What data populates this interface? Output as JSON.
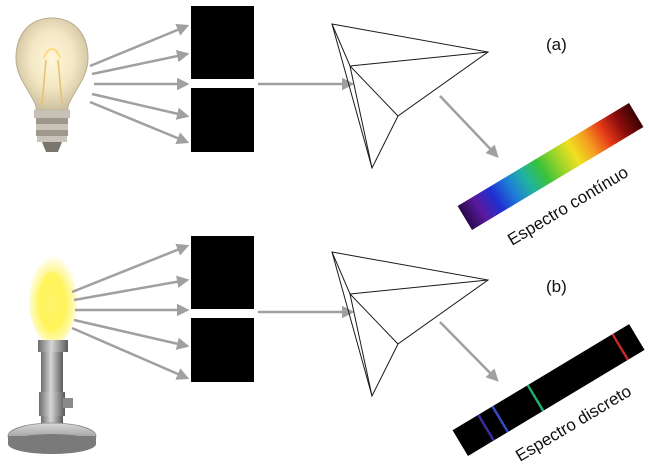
{
  "panels": {
    "a": {
      "tag": "(a)",
      "spectrum_label": "Espectro contínuo",
      "spectrum_kind": "continuous",
      "gradient_colors": [
        "#2a0a4a",
        "#5a1aa0",
        "#1f2fd0",
        "#1f7bd8",
        "#1fb3a0",
        "#39c23a",
        "#9ad42a",
        "#f0e020",
        "#f59a20",
        "#e43a18",
        "#8a0c0c",
        "#3a0303"
      ]
    },
    "b": {
      "tag": "(b)",
      "spectrum_label": "Espectro discreto",
      "spectrum_kind": "discrete",
      "background_color": "#000000",
      "lines": [
        {
          "color": "#3a2a9a"
        },
        {
          "color": "#3848c0"
        },
        {
          "color": "#1fae6a"
        },
        {
          "color": "#c22a2a"
        }
      ]
    }
  },
  "colors": {
    "arrow": "#a0a0a0",
    "slit": "#000000",
    "prism_edge": "#1a1a1a",
    "flame_core": "#fff45a",
    "flame_glow": "#ffef2a"
  },
  "icons": {
    "light_source_a": "light-bulb-icon",
    "light_source_b": "bunsen-burner-icon"
  }
}
